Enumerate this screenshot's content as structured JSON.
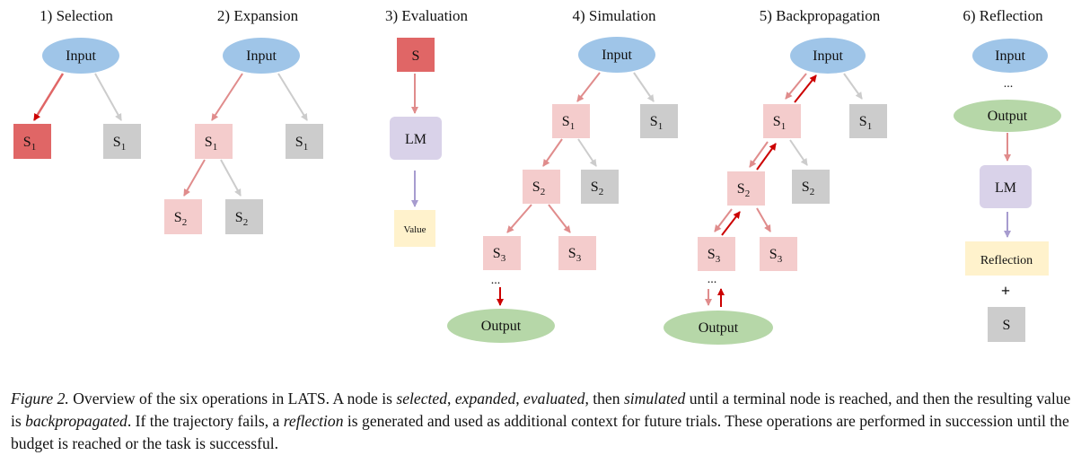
{
  "panels": [
    {
      "title": "1) Selection"
    },
    {
      "title": "2) Expansion"
    },
    {
      "title": "3) Evaluation"
    },
    {
      "title": "4) Simulation"
    },
    {
      "title": "5) Backpropagation"
    },
    {
      "title": "6) Reflection"
    }
  ],
  "labels": {
    "input": "Input",
    "output": "Output",
    "lm": "LM",
    "value": "Value",
    "reflection": "Reflection",
    "s": "S",
    "sub1": "1",
    "sub2": "2",
    "sub3": "3",
    "ellipsis": "...",
    "plus": "+"
  },
  "colors": {
    "red_node": "#e06666",
    "pink_node": "#f4cccc",
    "gray_node": "#cccccc",
    "blue_ellipse": "#9fc5e8",
    "green_ellipse": "#b6d7a8",
    "lavender_box": "#d9d2e9",
    "yellow_box": "#fff2cc",
    "red_arrow": "#cc0000",
    "pink_arrow": "#e08c8c",
    "gray_arrow": "#cccccc",
    "purple_arrow": "#a79ccf"
  },
  "caption": {
    "figure_label": "Figure 2.",
    "p1": " Overview of the six operations in LATS. A node is ",
    "e1": "selected",
    "p2": ", ",
    "e2": "expanded",
    "p3": ", ",
    "e3": "evaluated",
    "p4": ", then ",
    "e4": "simulated",
    "p5": " until a terminal node is reached, and then the resulting value is ",
    "e5": "backpropagated",
    "p6": ". If the trajectory fails, a ",
    "e6": "reflection",
    "p7": " is generated and used as additional context for future trials. These operations are performed in succession until the budget is reached or the task is successful."
  }
}
